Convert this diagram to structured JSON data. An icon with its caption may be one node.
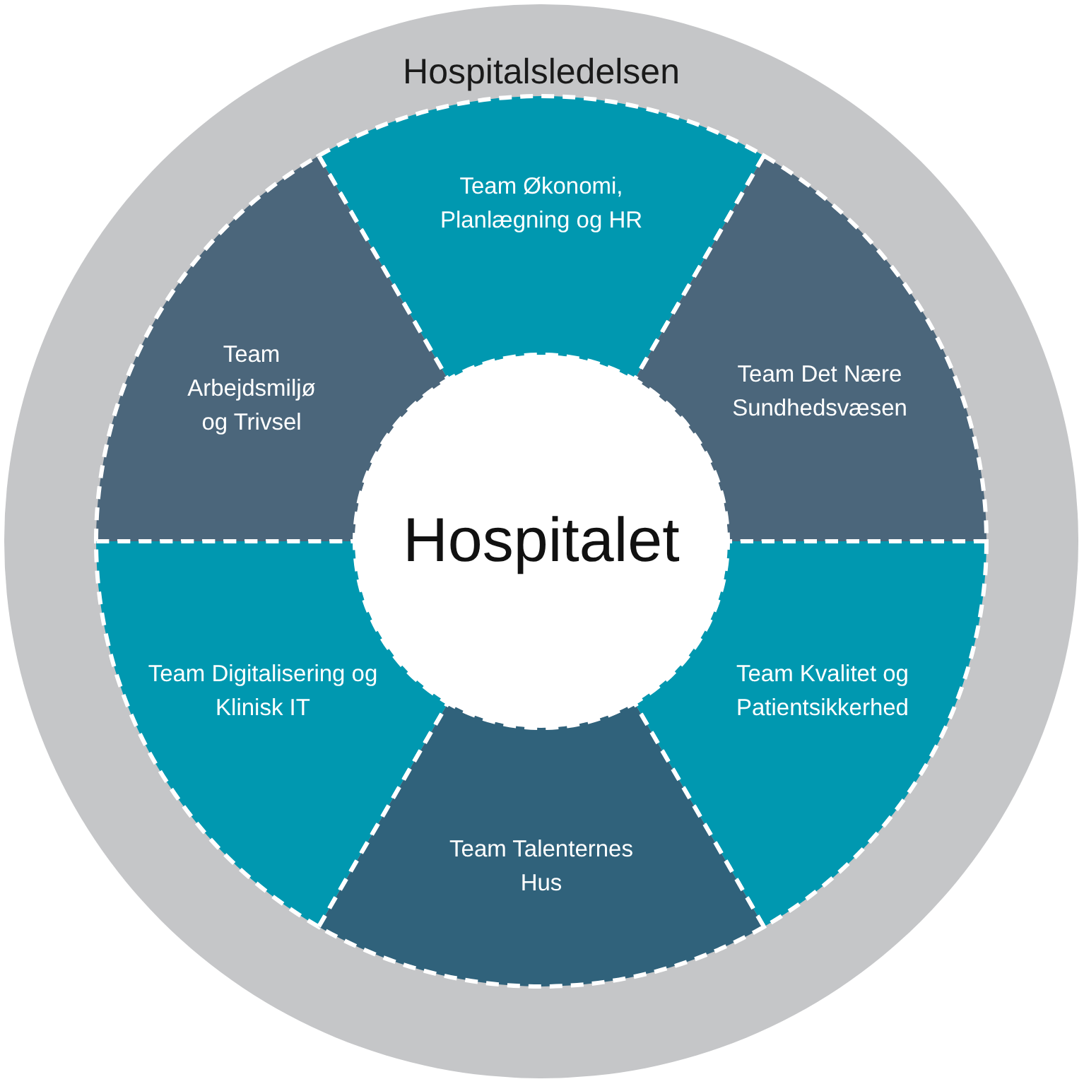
{
  "diagram": {
    "nodes": [
      {
        "text": [
          "Hospitalsledelsen"
        ]
      },
      {
        "text": [
          "Team Økonomi, Planlægning og HR"
        ],
        "in": 0
      },
      {
        "text": [
          "Team Arbejdsmiljø og Trivsel"
        ],
        "in": 0
      },
      {
        "text": [
          "Team Det Nære Sundhedsvæsen"
        ],
        "in": 0
      },
      {
        "text": [
          "Hospitalet"
        ],
        "in": 0
      },
      {
        "text": [
          "Team Digitalisering og Klinisk IT"
        ],
        "in": 0
      },
      {
        "text": [
          "Team Kvalitet og Patientsikkerhed"
        ],
        "in": 0
      },
      {
        "text": [
          "Team Talenternes Hus"
        ],
        "in": 0
      }
    ]
  }
}
